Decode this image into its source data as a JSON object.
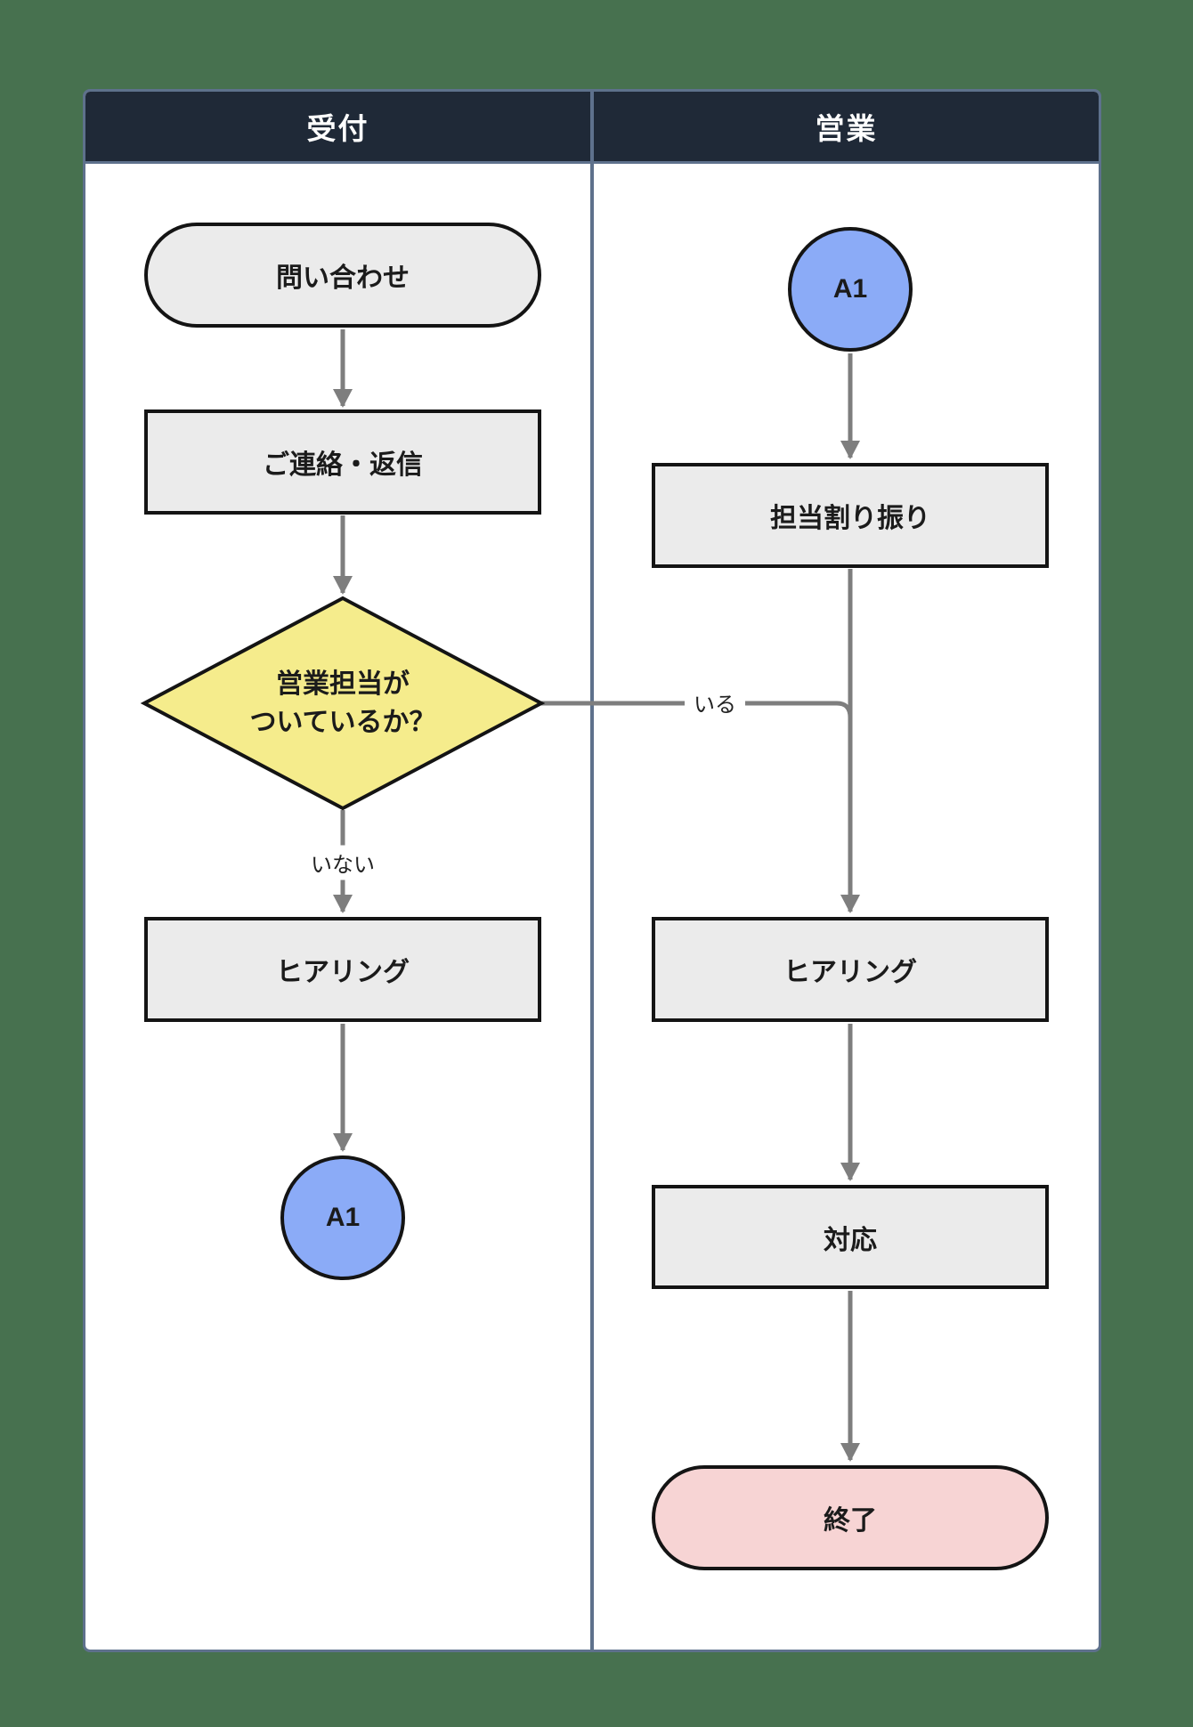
{
  "lanes": {
    "reception": "受付",
    "sales": "営業"
  },
  "nodes": {
    "inquiry": "問い合わせ",
    "contact_reply": "ご連絡・返信",
    "decision_line1": "営業担当が",
    "decision_line2": "ついているか？",
    "hearing_reception": "ヒアリング",
    "connector_reception": "A1",
    "connector_sales": "A1",
    "assign": "担当割り振り",
    "hearing_sales": "ヒアリング",
    "response": "対応",
    "end": "終了"
  },
  "edges": {
    "yes_label": "いる",
    "no_label": "いない"
  },
  "colors": {
    "background": "#47714F",
    "lane_header": "#1F2937",
    "lane_border": "#5E718C",
    "lane_body": "#FFFFFF",
    "node_fill": "#EBEBEB",
    "node_border": "#141414",
    "decision_fill": "#F5EC8C",
    "connector_fill": "#8BABF7",
    "end_fill": "#F7D4D4",
    "edge": "#7E7E7E",
    "text": "#1B1B1B"
  }
}
